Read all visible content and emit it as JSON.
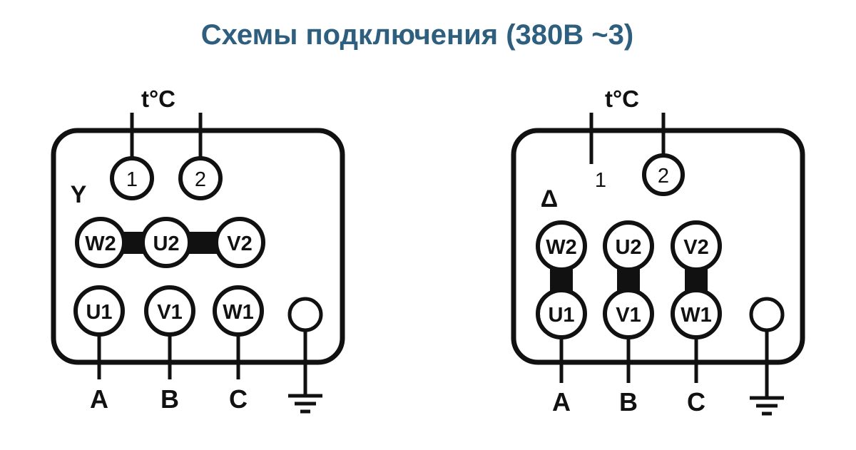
{
  "title": "Схемы подключения (380В ~3)",
  "colors": {
    "title": "#2e5f7e",
    "line": "#111111",
    "background": "#ffffff"
  },
  "star_diagram": {
    "name": "star-connection",
    "connection_symbol": "Y",
    "thermo_label": "t°C",
    "thermo_terminals": {
      "t1": "1",
      "t2": "2"
    },
    "top_row": {
      "w2": "W2",
      "u2": "U2",
      "v2": "V2"
    },
    "bottom_row": {
      "u1": "U1",
      "v1": "V1",
      "w1": "W1"
    },
    "phase_labels": {
      "a": "A",
      "b": "B",
      "c": "C"
    }
  },
  "delta_diagram": {
    "name": "delta-connection",
    "connection_symbol": "Δ",
    "thermo_label": "t°C",
    "thermo_terminals": {
      "t1": "1",
      "t2": "2"
    },
    "top_row": {
      "w2": "W2",
      "u2": "U2",
      "v2": "V2"
    },
    "bottom_row": {
      "u1": "U1",
      "v1": "V1",
      "w1": "W1"
    },
    "phase_labels": {
      "a": "A",
      "b": "B",
      "c": "C"
    }
  }
}
